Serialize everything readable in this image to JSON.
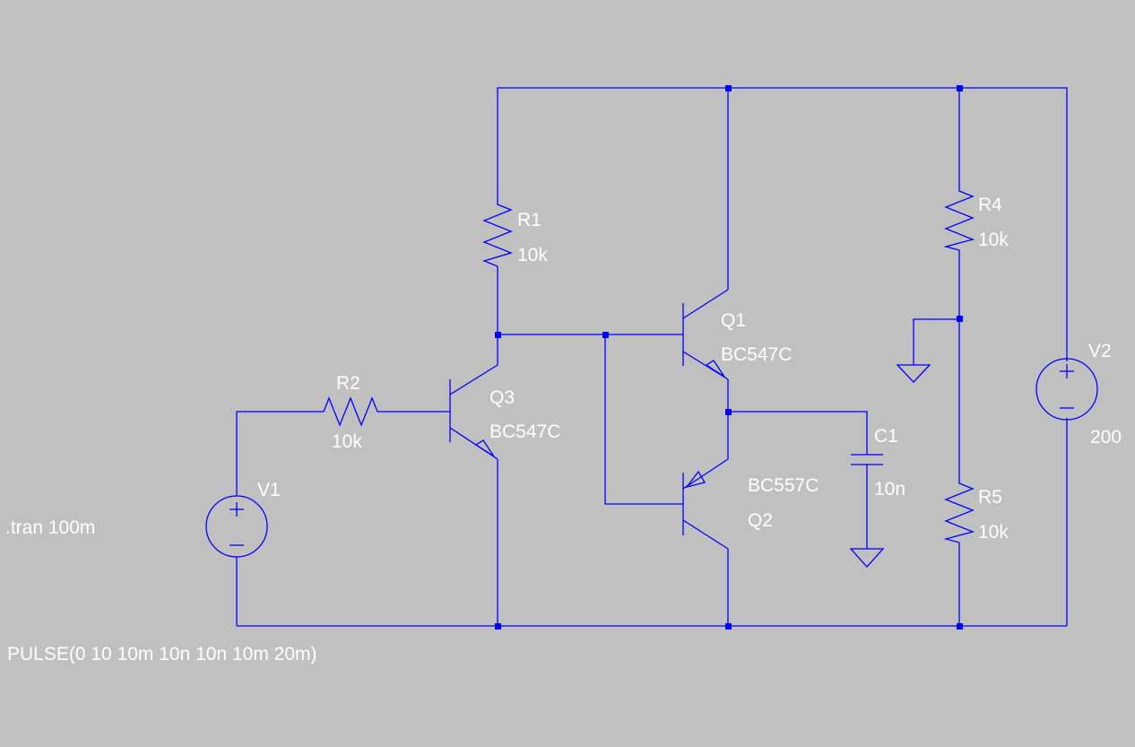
{
  "directives": {
    "tran": ".tran 100m",
    "pulse": "PULSE(0 10 10m 10n 10n 10m 20m)"
  },
  "components": {
    "r1": {
      "name": "R1",
      "value": "10k"
    },
    "r2": {
      "name": "R2",
      "value": "10k"
    },
    "r4": {
      "name": "R4",
      "value": "10k"
    },
    "r5": {
      "name": "R5",
      "value": "10k"
    },
    "q1": {
      "name": "Q1",
      "model": "BC547C"
    },
    "q2": {
      "name": "Q2",
      "model": "BC557C"
    },
    "q3": {
      "name": "Q3",
      "model": "BC547C"
    },
    "c1": {
      "name": "C1",
      "value": "10n"
    },
    "v1": {
      "name": "V1"
    },
    "v2": {
      "name": "V2",
      "value": "200"
    }
  },
  "colors": {
    "background": "#c0c0c0",
    "wire": "#0000ff",
    "text": "#ffffff"
  }
}
